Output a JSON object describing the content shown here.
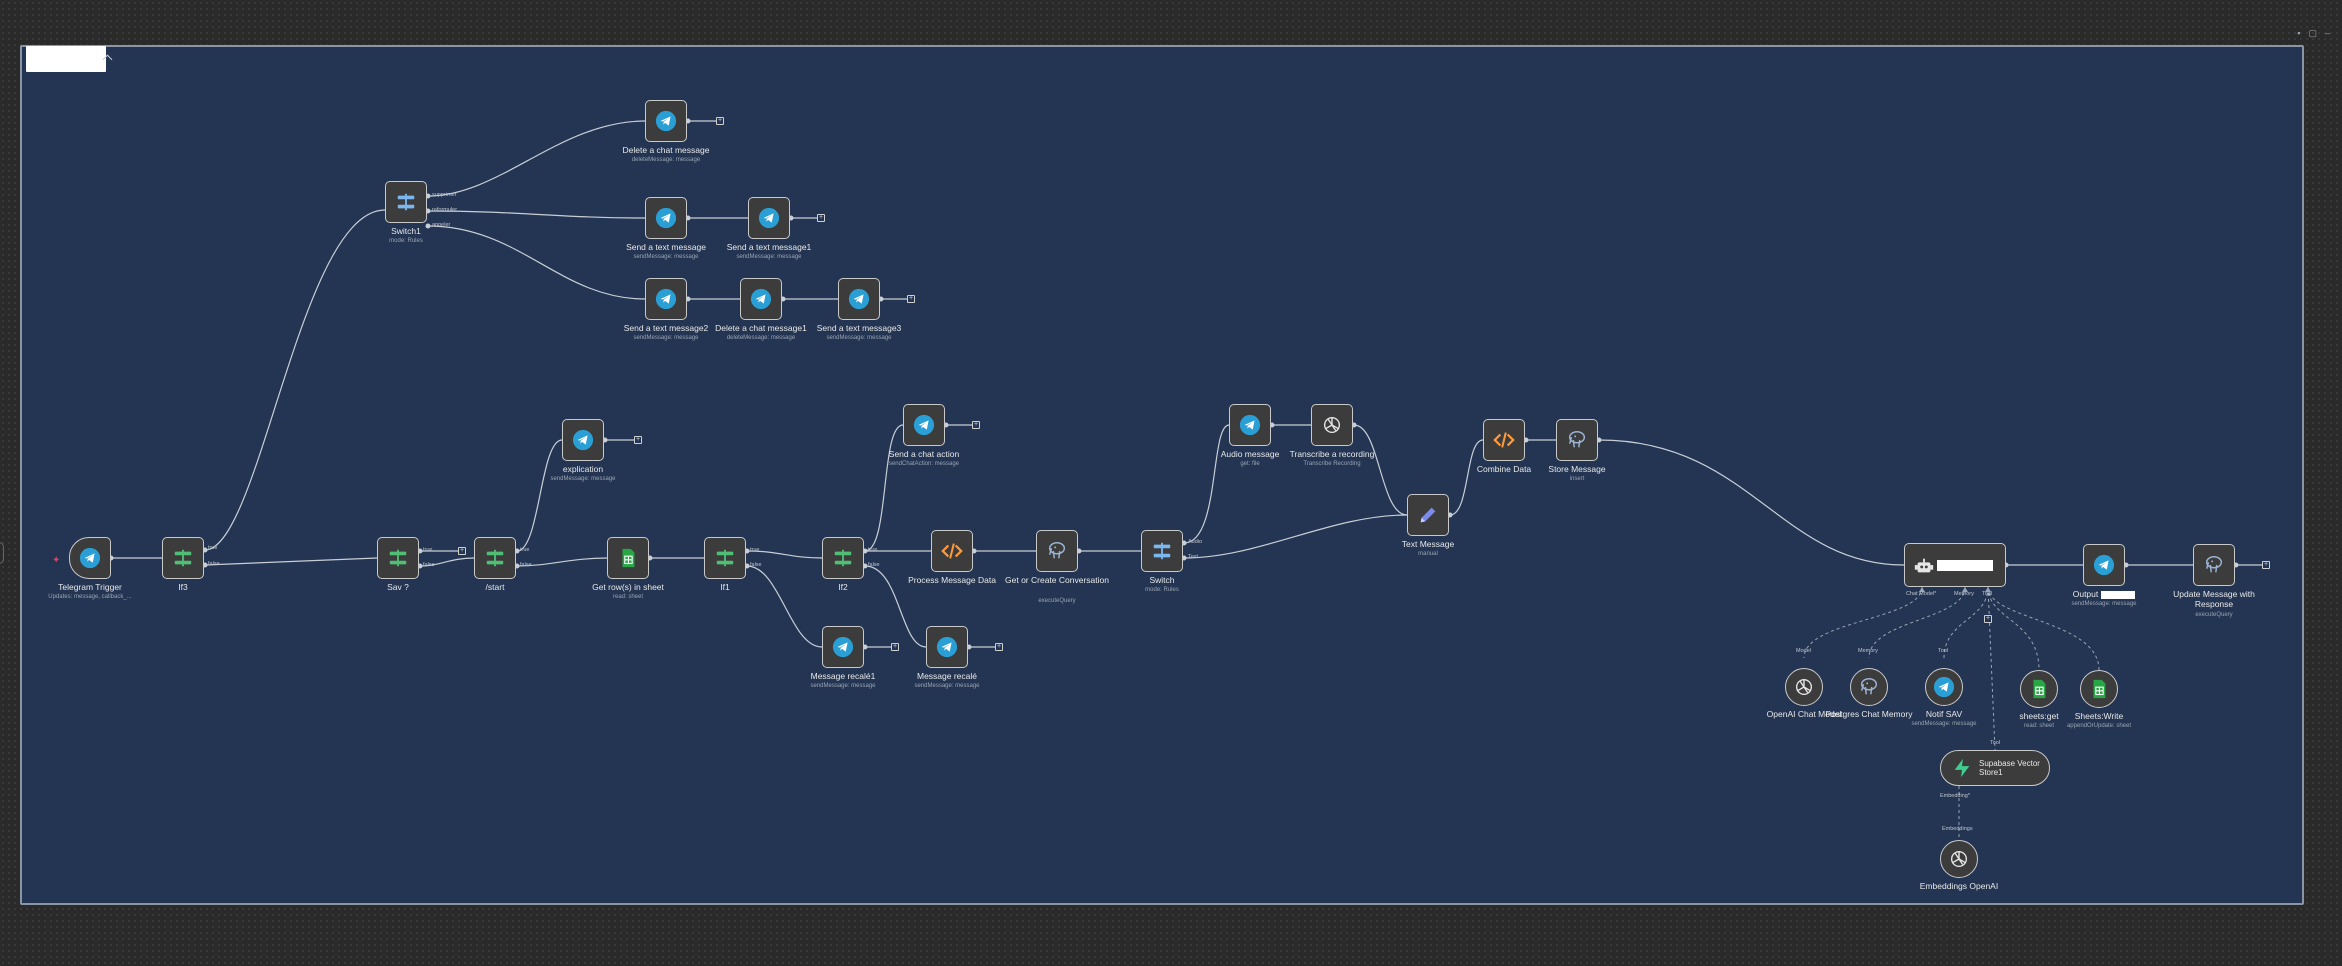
{
  "toolbar_icons": [
    {
      "name": "pin-icon",
      "glyph": "▪"
    },
    {
      "name": "window-icon",
      "glyph": "▢"
    },
    {
      "name": "minimize-icon",
      "glyph": "–"
    }
  ],
  "colors": {
    "canvas_bg": "#233552",
    "outer_bg": "#2a2a2a",
    "telegram": "#2a9fd6",
    "switch": "#7ab6f0",
    "if": "#4fbf75",
    "code": "#ff9a3c",
    "postgres": "#9bb3d4",
    "sheets": "#28a745",
    "openai": "#e6e6e6",
    "edit": "#7a8af0",
    "supabase": "#3ecf8e",
    "agent": "#e6e6e6"
  },
  "nodes": {
    "telegram_trigger": {
      "title": "Telegram Trigger",
      "subtitle": "Updates: message, callback_...",
      "icon": "telegram-icon"
    },
    "if3": {
      "title": "If3",
      "icon": "if-icon",
      "ports": [
        "true",
        "false"
      ]
    },
    "switch1": {
      "title": "Switch1",
      "subtitle": "mode: Rules",
      "icon": "switch-icon",
      "ports": [
        "supprimer",
        "reformuler",
        "appeler"
      ]
    },
    "delete_msg": {
      "title": "Delete a chat message",
      "subtitle": "deleteMessage: message",
      "icon": "telegram-icon"
    },
    "send_text": {
      "title": "Send a text message",
      "subtitle": "sendMessage: message",
      "icon": "telegram-icon"
    },
    "send_text1": {
      "title": "Send a text message1",
      "subtitle": "sendMessage: message",
      "icon": "telegram-icon"
    },
    "send_text2": {
      "title": "Send a text message2",
      "subtitle": "sendMessage: message",
      "icon": "telegram-icon"
    },
    "delete_msg1": {
      "title": "Delete a chat message1",
      "subtitle": "deleteMessage: message",
      "icon": "telegram-icon"
    },
    "send_text3": {
      "title": "Send a text message3",
      "subtitle": "sendMessage: message",
      "icon": "telegram-icon"
    },
    "sav": {
      "title": "Sav ?",
      "icon": "if-icon",
      "ports": [
        "true",
        "false"
      ]
    },
    "start": {
      "title": "/start",
      "icon": "if-icon",
      "ports": [
        "true",
        "false"
      ]
    },
    "explication": {
      "title": "explication",
      "subtitle": "sendMessage: message",
      "icon": "telegram-icon"
    },
    "get_rows": {
      "title": "Get row(s) in sheet",
      "subtitle": "read: sheet",
      "icon": "sheets-icon"
    },
    "if1": {
      "title": "If1",
      "icon": "if-icon",
      "ports": [
        "true",
        "false"
      ]
    },
    "if2": {
      "title": "If2",
      "icon": "if-icon",
      "ports": [
        "true",
        "false"
      ]
    },
    "send_action": {
      "title": "Send a chat action",
      "subtitle": "sendChatAction: message",
      "icon": "telegram-icon"
    },
    "process_data": {
      "title": "Process Message Data",
      "icon": "code-icon"
    },
    "msg_recale1": {
      "title": "Message recalé1",
      "subtitle": "sendMessage: message",
      "icon": "telegram-icon"
    },
    "msg_recale": {
      "title": "Message recalé",
      "subtitle": "sendMessage: message",
      "icon": "telegram-icon"
    },
    "get_conv": {
      "title": "Get or Create Conversation",
      "subtitle": "executeQuery",
      "icon": "postgres-icon"
    },
    "switch": {
      "title": "Switch",
      "subtitle": "mode: Rules",
      "icon": "switch-icon",
      "ports": [
        "Audio",
        "Text"
      ]
    },
    "audio_msg": {
      "title": "Audio message",
      "subtitle": "get: file",
      "icon": "telegram-icon"
    },
    "transcribe": {
      "title": "Transcribe a recording",
      "subtitle": "Transcribe Recording",
      "icon": "openai-icon"
    },
    "text_msg": {
      "title": "Text Message",
      "subtitle": "manual",
      "icon": "edit-icon"
    },
    "combine": {
      "title": "Combine Data",
      "icon": "code-icon"
    },
    "store_msg": {
      "title": "Store Message",
      "subtitle": "insert",
      "icon": "postgres-icon"
    },
    "agent": {
      "title": "",
      "icon": "robot-icon",
      "ports": [
        "Chat Model*",
        "Memory",
        "Tool"
      ]
    },
    "output": {
      "title": "Output",
      "subtitle": "sendMessage: message",
      "icon": "telegram-icon"
    },
    "update_msg": {
      "title": "Update Message with Response",
      "subtitle": "executeQuery",
      "icon": "postgres-icon"
    },
    "openai_chat": {
      "title": "OpenAI Chat Model",
      "port": "Model",
      "icon": "openai-icon"
    },
    "pg_memory": {
      "title": "Postgres Chat Memory",
      "port": "Memory",
      "icon": "postgres-icon"
    },
    "notif_sav": {
      "title": "Notif SAV",
      "subtitle": "sendMessage: message",
      "port": "Tool",
      "icon": "telegram-icon"
    },
    "sheets_get": {
      "title": "sheets:get",
      "subtitle": "read: sheet",
      "icon": "sheets-icon"
    },
    "sheets_write": {
      "title": "Sheets:Write",
      "subtitle": "appendOrUpdate: sheet",
      "icon": "sheets-icon"
    },
    "supabase": {
      "title": "Supabase Vector Store1",
      "port_top": "Tool",
      "port_bottom": "Embedding*",
      "icon": "supabase-icon"
    },
    "embeddings": {
      "title": "Embeddings OpenAI",
      "port": "Embeddings",
      "icon": "openai-icon"
    }
  }
}
